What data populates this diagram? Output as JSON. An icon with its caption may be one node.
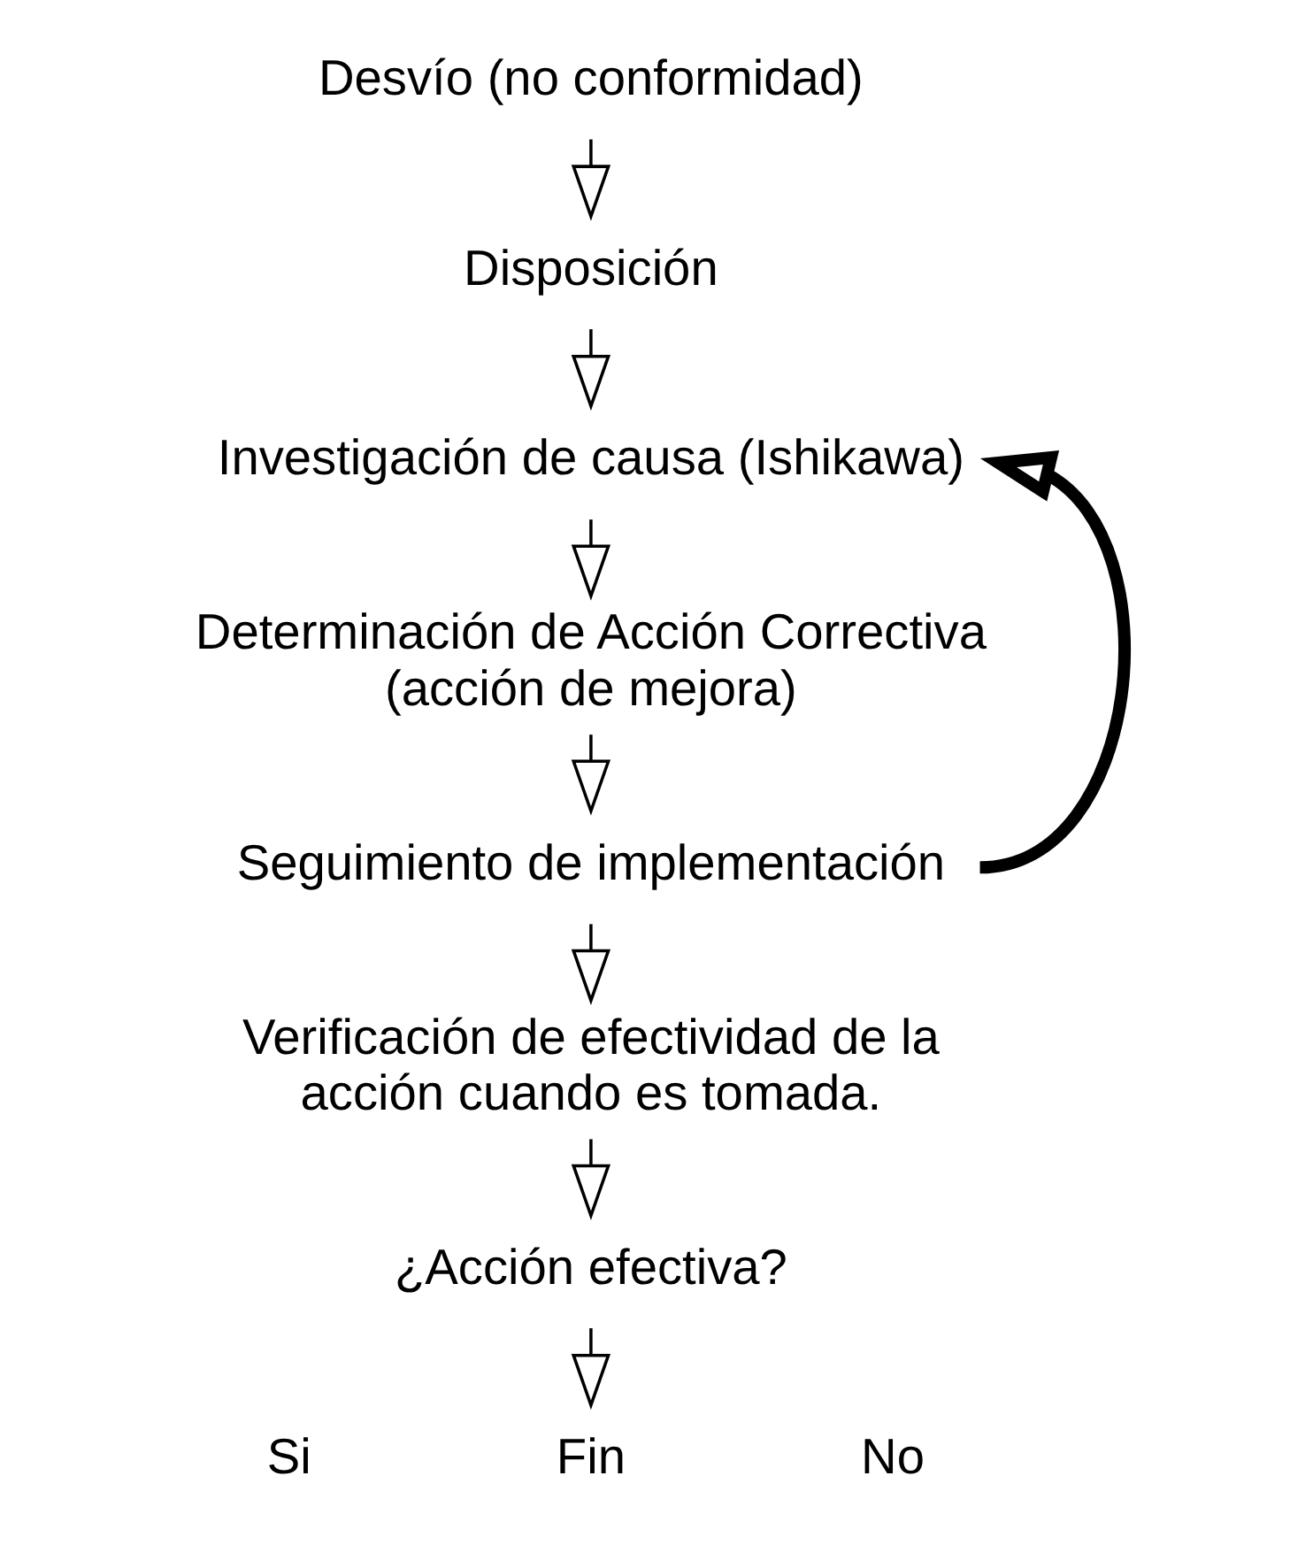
{
  "diagram": {
    "nodes": [
      {
        "text": [
          "Desvío (no conformidad)"
        ]
      },
      {
        "text": [
          "Disposición"
        ]
      },
      {
        "text": [
          "Investigación de causa (Ishikawa)"
        ]
      },
      {
        "text": [
          "Determinación de Acción Correctiva (acción de mejora)"
        ]
      },
      {
        "text": [
          "Seguimiento de implementación"
        ]
      },
      {
        "text": [
          "Verificación de efectividad de la acción cuando es tomada."
        ]
      },
      {
        "text": [
          "¿Acción efectiva?"
        ]
      },
      {
        "text": [
          "Fin"
        ]
      }
    ],
    "edges": [
      {
        "from": 0,
        "to": 1,
        "arrow": "to"
      },
      {
        "from": 1,
        "to": 2,
        "arrow": "to"
      },
      {
        "from": 2,
        "to": 3,
        "arrow": "to"
      },
      {
        "from": 3,
        "to": 4,
        "arrow": "to"
      },
      {
        "from": 4,
        "to": 5,
        "arrow": "to"
      },
      {
        "from": 5,
        "to": 6,
        "arrow": "to"
      },
      {
        "from": 6,
        "to": 7,
        "arrow": "to"
      },
      {
        "from": 4,
        "to": 2,
        "arrow": "to",
        "style": "thick"
      }
    ],
    "labels": [
      "Si",
      "No"
    ]
  }
}
